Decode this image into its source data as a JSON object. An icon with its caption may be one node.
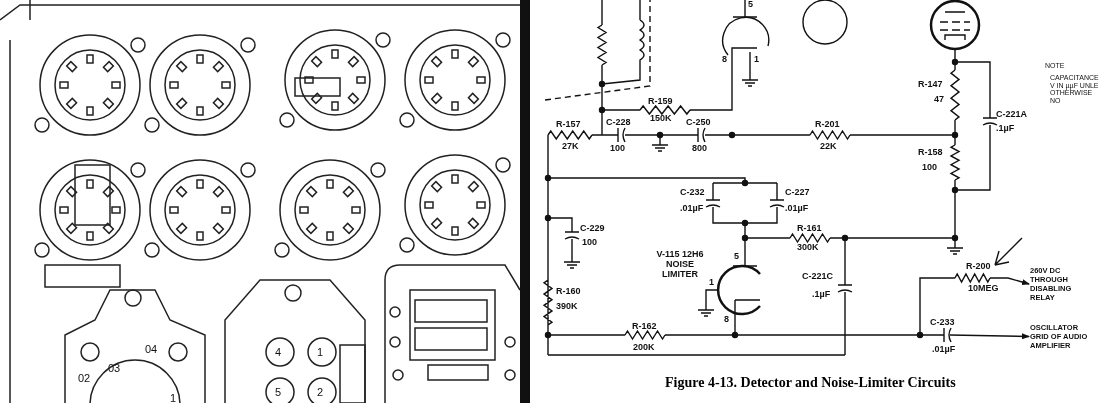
{
  "diagram": {
    "caption": "Figure 4-13. Detector and Noise-Limiter Circuits",
    "nodes": [
      {
        "text": [
          "260V DC THROUGH DISABLING RELAY"
        ]
      },
      {
        "text": [
          "OSCILLATOR GRID OF AUDIO AMPLIFIER"
        ]
      }
    ],
    "edges": [
      {
        "from": null,
        "to": 0,
        "arrow": "to"
      },
      {
        "from": null,
        "to": 1,
        "arrow": "to"
      }
    ],
    "labels": [
      "5",
      "8",
      "1",
      "R-159",
      "150K",
      "C-228",
      "100",
      "C-250",
      "800",
      "R-157",
      "27K",
      "R-201",
      "22K",
      "R-147",
      "47",
      "R-158",
      "100",
      "C-221A",
      ".1µF",
      "NOTE",
      "CAPACITANCE V IN µµF UNLE OTHERWISE NO",
      "C-232",
      ".01µF",
      "C-227",
      ".01µF",
      "C-229",
      "100",
      "V-115 12H6 NOISE LIMITER",
      "R-161",
      "300K",
      "5",
      "C-221C",
      ".1µF",
      "1",
      "8",
      "R-160",
      "390K",
      "R-200",
      "10MEG",
      "C-233",
      ".01µF",
      "R-162",
      "200K",
      "02",
      "03",
      "04",
      "1",
      "4",
      "1",
      "5",
      "2"
    ]
  }
}
